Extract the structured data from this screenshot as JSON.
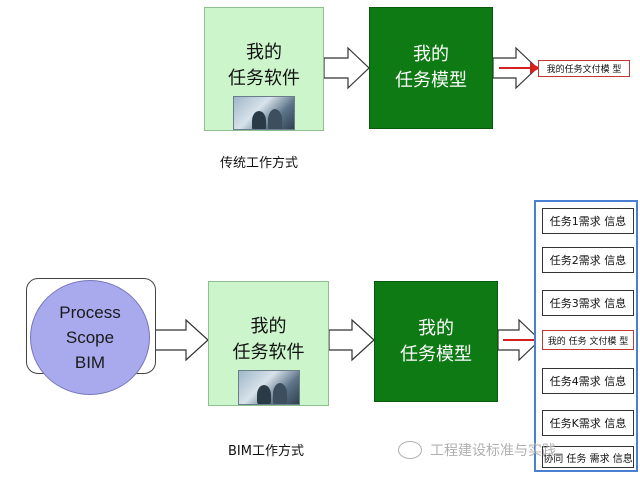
{
  "traditional": {
    "software_box": {
      "line1": "我的",
      "line2": "任务软件"
    },
    "model_box": {
      "line1": "我的",
      "line2": "任务模型"
    },
    "output_label": "我的任务文付模 型",
    "caption": "传统工作方式"
  },
  "bim": {
    "circle": {
      "line1": "Process",
      "line2": "Scope",
      "line3": "BIM"
    },
    "software_box": {
      "line1": "我的",
      "line2": "任务软件"
    },
    "model_box": {
      "line1": "我的",
      "line2": "任务模型"
    },
    "caption": "BIM工作方式",
    "requirements": [
      "任务1需求 信息",
      "任务2需求 信息",
      "任务3需求 信息",
      "我的 任务 文付模 型",
      "任务4需求 信息",
      "任务K需求 信息",
      "协同 任务 需求 信息"
    ]
  },
  "watermark": "工程建设标准与实践",
  "colors": {
    "light_box": "#ccf5cc",
    "dark_box": "#0e7a14",
    "circle_fill": "#a9a9ee",
    "panel_border": "#4a7fd4",
    "red_arrow": "#d62020"
  }
}
